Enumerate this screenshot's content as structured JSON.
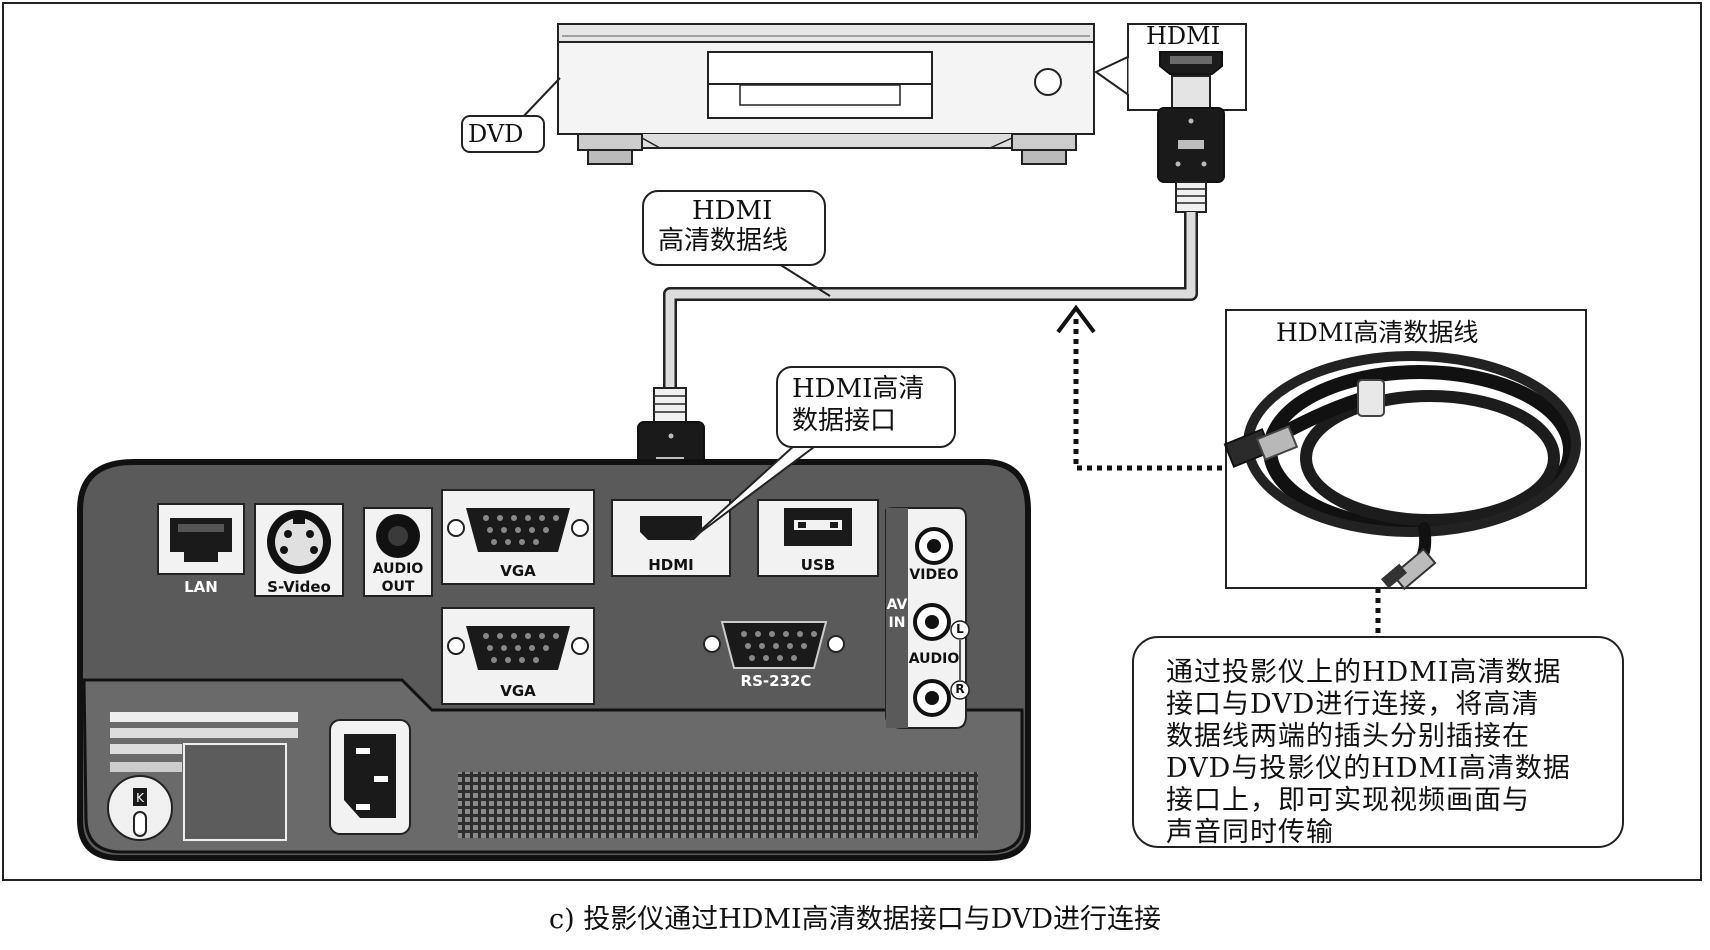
{
  "labels": {
    "dvd": "DVD",
    "hdmi_top": "HDMI",
    "cable_callout_line1": "HDMI",
    "cable_callout_line2": "高清数据线",
    "port_callout_line1": "HDMI高清",
    "port_callout_line2": "数据接口",
    "photo_title": "HDMI高清数据线"
  },
  "ports": {
    "lan": "LAN",
    "svideo": "S-Video",
    "audio_out_line1": "AUDIO",
    "audio_out_line2": "OUT",
    "vga_1": "VGA",
    "vga_2": "VGA",
    "hdmi": "HDMI",
    "usb": "USB",
    "rs232c": "RS-232C",
    "video": "VIDEO",
    "av_in_line1": "AV",
    "av_in_line2": "IN",
    "audio": "AUDIO",
    "left": "L",
    "right": "R"
  },
  "description": [
    "通过投影仪上的HDMI高清数据",
    "接口与DVD进行连接，将高清",
    "数据线两端的插头分别插接在",
    "DVD与投影仪的HDMI高清数据",
    "接口上，即可实现视频画面与",
    "声音同时传输"
  ],
  "caption": "c) 投影仪通过HDMI高清数据接口与DVD进行连接"
}
